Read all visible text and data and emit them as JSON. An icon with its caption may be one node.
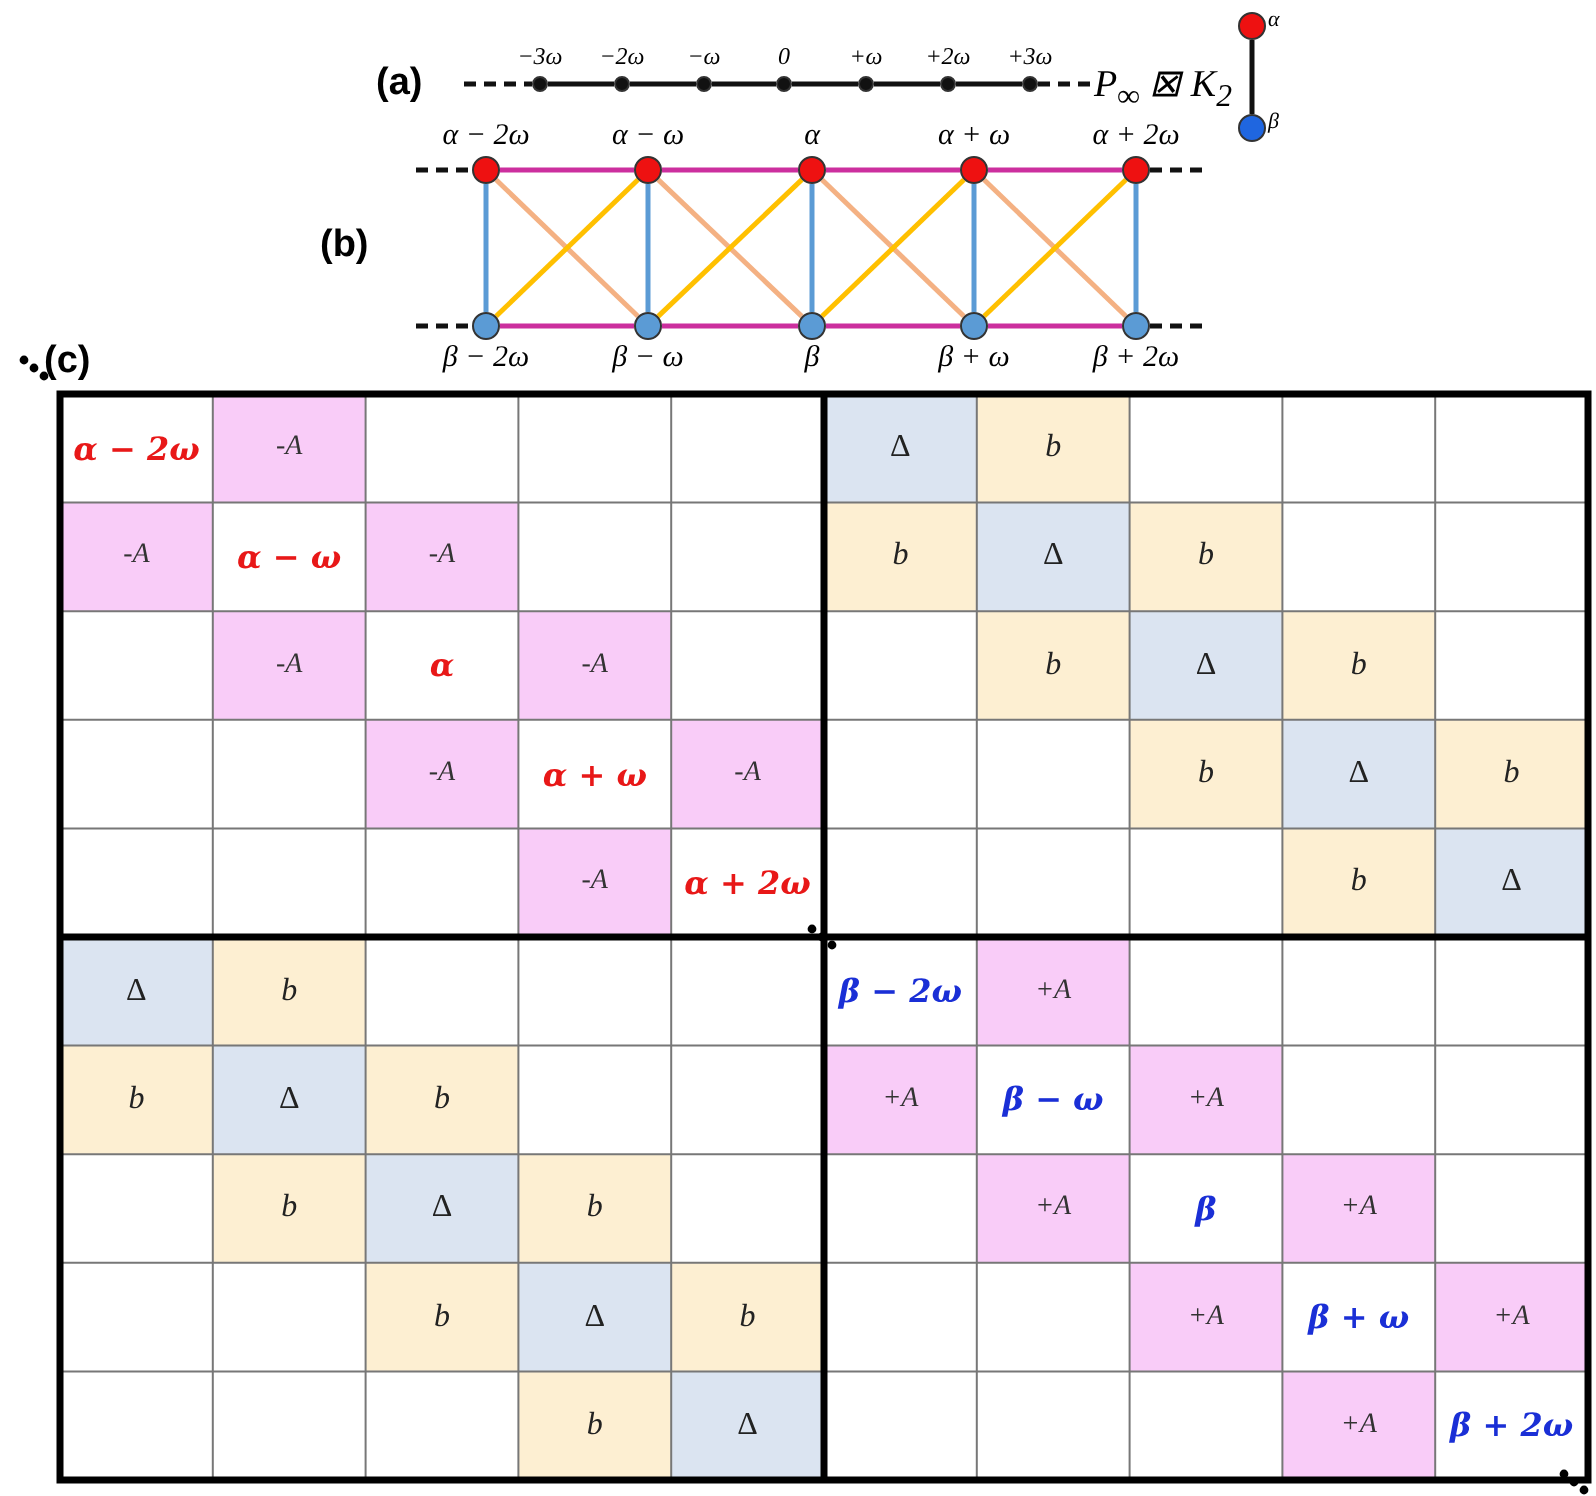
{
  "diagram": {
    "nodes": [
      {
        "text": [
          "−3ω"
        ]
      },
      {
        "text": [
          "−2ω"
        ]
      },
      {
        "text": [
          "−ω"
        ]
      },
      {
        "text": [
          "0"
        ]
      },
      {
        "text": [
          "+ω"
        ]
      },
      {
        "text": [
          "+2ω"
        ]
      },
      {
        "text": [
          "+3ω"
        ]
      },
      {
        "text": [
          "α"
        ]
      },
      {
        "text": [
          "β"
        ]
      },
      {
        "text": [
          "α − 2ω"
        ]
      },
      {
        "text": [
          "α − ω"
        ]
      },
      {
        "text": [
          "α"
        ]
      },
      {
        "text": [
          "α + ω"
        ]
      },
      {
        "text": [
          "α + 2ω"
        ]
      },
      {
        "text": [
          "β − 2ω"
        ]
      },
      {
        "text": [
          "β − ω"
        ]
      },
      {
        "text": [
          "β"
        ]
      },
      {
        "text": [
          "β + ω"
        ]
      },
      {
        "text": [
          "β + 2ω"
        ]
      },
      {
        "text": [
          "P$_{∞}$ ⊠ K$_{2}$"
        ]
      }
    ],
    "edges": [
      {
        "from": null,
        "to": 0,
        "arrow": "none",
        "style": "dashed"
      },
      {
        "from": 0,
        "to": 1,
        "arrow": "none"
      },
      {
        "from": 1,
        "to": 2,
        "arrow": "none"
      },
      {
        "from": 2,
        "to": 3,
        "arrow": "none"
      },
      {
        "from": 3,
        "to": 4,
        "arrow": "none"
      },
      {
        "from": 4,
        "to": 5,
        "arrow": "none"
      },
      {
        "from": 5,
        "to": 6,
        "arrow": "none"
      },
      {
        "from": 6,
        "to": 19,
        "arrow": "none",
        "style": "dashed"
      },
      {
        "from": 7,
        "to": 8,
        "arrow": "none"
      },
      {
        "from": 9,
        "to": 10,
        "arrow": "none",
        "color": "#cc2f9e"
      },
      {
        "from": 10,
        "to": 11,
        "arrow": "none",
        "color": "#cc2f9e"
      },
      {
        "from": 11,
        "to": 12,
        "arrow": "none",
        "color": "#cc2f9e"
      },
      {
        "from": 12,
        "to": 13,
        "arrow": "none",
        "color": "#cc2f9e"
      },
      {
        "from": 14,
        "to": 15,
        "arrow": "none",
        "color": "#cc2f9e"
      },
      {
        "from": 15,
        "to": 16,
        "arrow": "none",
        "color": "#cc2f9e"
      },
      {
        "from": 16,
        "to": 17,
        "arrow": "none",
        "color": "#cc2f9e"
      },
      {
        "from": 17,
        "to": 18,
        "arrow": "none",
        "color": "#cc2f9e"
      },
      {
        "from": 9,
        "to": 14,
        "arrow": "none",
        "color": "#5b9bd5"
      },
      {
        "from": 10,
        "to": 15,
        "arrow": "none",
        "color": "#5b9bd5"
      },
      {
        "from": 11,
        "to": 16,
        "arrow": "none",
        "color": "#5b9bd5"
      },
      {
        "from": 12,
        "to": 17,
        "arrow": "none",
        "color": "#5b9bd5"
      },
      {
        "from": 13,
        "to": 18,
        "arrow": "none",
        "color": "#5b9bd5"
      },
      {
        "from": 9,
        "to": 15,
        "arrow": "none",
        "color": "#f4b183"
      },
      {
        "from": 10,
        "to": 16,
        "arrow": "none",
        "color": "#f4b183"
      },
      {
        "from": 11,
        "to": 17,
        "arrow": "none",
        "color": "#f4b183"
      },
      {
        "from": 12,
        "to": 18,
        "arrow": "none",
        "color": "#f4b183"
      },
      {
        "from": 14,
        "to": 10,
        "arrow": "none",
        "color": "#ffc000"
      },
      {
        "from": 15,
        "to": 11,
        "arrow": "none",
        "color": "#ffc000"
      },
      {
        "from": 16,
        "to": 12,
        "arrow": "none",
        "color": "#ffc000"
      },
      {
        "from": 17,
        "to": 13,
        "arrow": "none",
        "color": "#ffc000"
      },
      {
        "from": null,
        "to": 9,
        "arrow": "none",
        "style": "dashed"
      },
      {
        "from": 13,
        "to": null,
        "arrow": "none",
        "style": "dashed"
      },
      {
        "from": null,
        "to": 14,
        "arrow": "none",
        "style": "dashed"
      },
      {
        "from": 18,
        "to": null,
        "arrow": "none",
        "style": "dashed"
      }
    ],
    "labels": [
      "(a)",
      "(b)",
      "(c)",
      "α − 2ω",
      "-A",
      "Δ",
      "b",
      "-A",
      "α − ω",
      "-A",
      "b",
      "Δ",
      "b",
      "-A",
      "α",
      "-A",
      "b",
      "Δ",
      "b",
      "-A",
      "α + ω",
      "-A",
      "b",
      "Δ",
      "b",
      "-A",
      "α + 2ω",
      "b",
      "Δ",
      "Δ",
      "b",
      "β − 2ω",
      "+A",
      "b",
      "Δ",
      "b",
      "+A",
      "β − ω",
      "+A",
      "b",
      "Δ",
      "b",
      "+A",
      "β",
      "+A",
      "b",
      "Δ",
      "b",
      "+A",
      "β + ω",
      "+A",
      "b",
      "Δ",
      "+A",
      "β + 2ω"
    ]
  }
}
